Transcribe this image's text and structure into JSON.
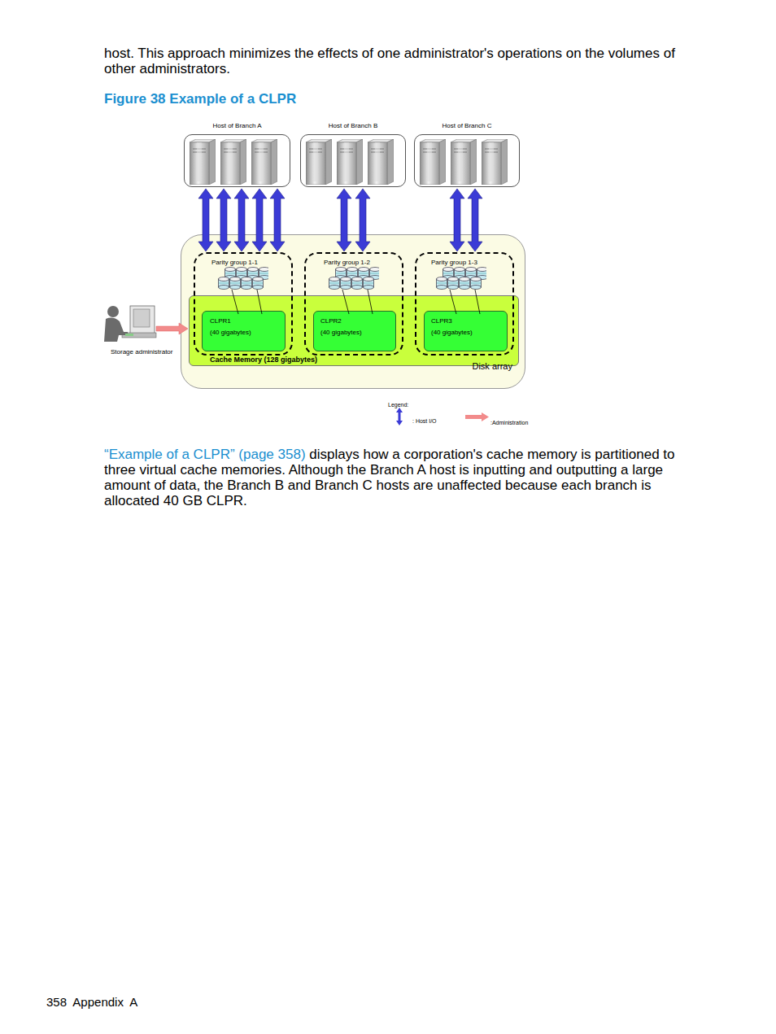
{
  "diagram": {
    "title": "Figure 38 Example of a CLPR",
    "nodes": [
      {
        "text": [
          "Host of Branch A"
        ]
      },
      {
        "text": [
          "Host of Branch B"
        ]
      },
      {
        "text": [
          "Host of Branch C"
        ]
      },
      {
        "text": [
          "Disk array"
        ]
      },
      {
        "text": [
          "Parity group 1-1"
        ],
        "in": 3
      },
      {
        "text": [
          "Parity group 1-2"
        ],
        "in": 3
      },
      {
        "text": [
          "Parity group 1-3"
        ],
        "in": 3
      },
      {
        "text": [
          "Cache Memory (128 gigabytes)"
        ],
        "in": 3
      },
      {
        "text": [
          "CLPR1",
          "(40 gigabytes)"
        ],
        "in": 7
      },
      {
        "text": [
          "CLPR2",
          "(40 gigabytes)"
        ],
        "in": 7
      },
      {
        "text": [
          "CLPR3",
          "(40 gigabytes)"
        ],
        "in": 7
      }
    ],
    "edges": [
      {
        "from": 0,
        "to": 4,
        "arrow": "both"
      },
      {
        "from": 0,
        "to": 4,
        "arrow": "both"
      },
      {
        "from": 0,
        "to": 4,
        "arrow": "both"
      },
      {
        "from": 0,
        "to": 4,
        "arrow": "both"
      },
      {
        "from": 0,
        "to": 4,
        "arrow": "both"
      },
      {
        "from": 1,
        "to": 5,
        "arrow": "both"
      },
      {
        "from": 1,
        "to": 5,
        "arrow": "both"
      },
      {
        "from": 2,
        "to": 6,
        "arrow": "both"
      },
      {
        "from": 2,
        "to": 6,
        "arrow": "both"
      }
    ],
    "labels": [
      "host. This approach minimizes the effects of one administrator's operations on the volumes of other administrators.",
      "“Example of a CLPR” (page 358)",
      "displays how a corporation's cache memory is partitioned to three virtual cache memories. Although the Branch A host is inputting and outputting a large amount of data, the Branch B and Branch C hosts are unaffected because each branch is allocated 40 GB CLPR.",
      "Storage administrator",
      "Legend:",
      "358 Appendix A"
    ],
    "legend": [
      {
        "text": ": Host I/O"
      },
      {
        "text": ":Administration"
      }
    ]
  }
}
